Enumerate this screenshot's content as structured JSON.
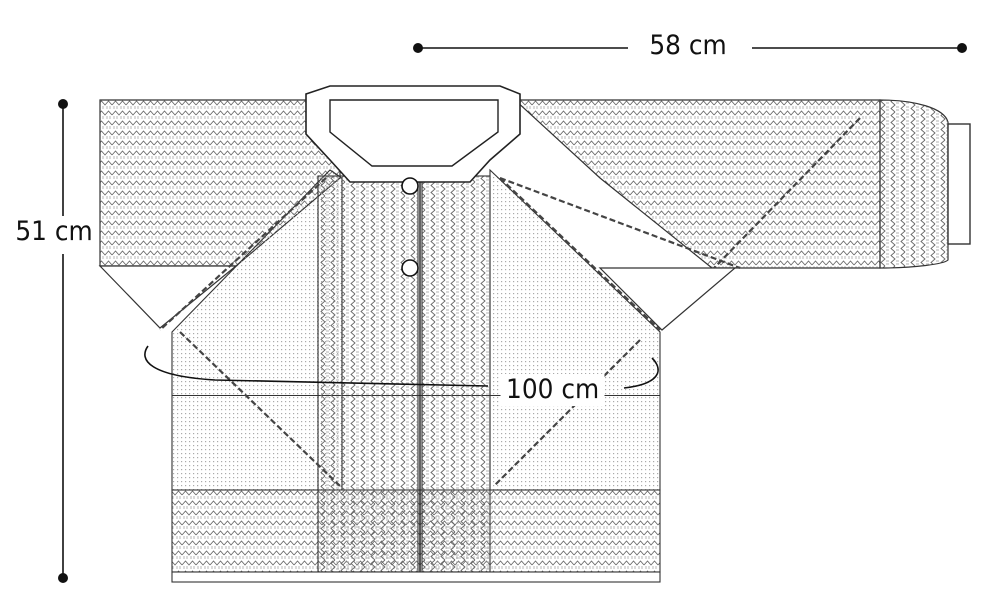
{
  "diagram": {
    "labels": {
      "sleeve_width": "58 cm",
      "body_length": "51 cm",
      "chest": "100 cm"
    },
    "colors": {
      "ink": "#111111",
      "lace": "#555555",
      "background": "#ffffff"
    },
    "icons": [
      "dimension-endpoint-dot-icon",
      "button-icon"
    ]
  }
}
